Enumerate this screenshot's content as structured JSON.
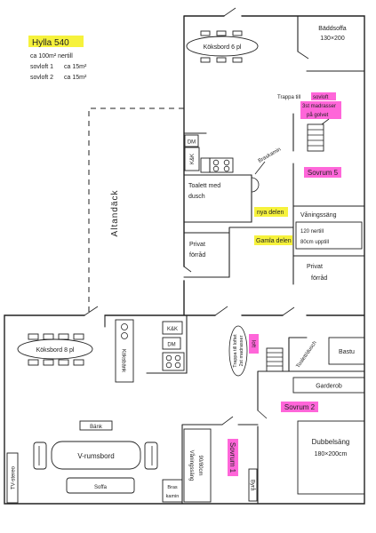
{
  "colors": {
    "ink": "#222222",
    "paper": "#ffffff",
    "yellow_highlight": "#f6f23c",
    "pink_highlight": "#ff66d9"
  },
  "title": "Hylla 540",
  "floor_area": "ca 100m² nertill",
  "lofts": [
    {
      "name": "sovloft 1",
      "area": "ca 15m²"
    },
    {
      "name": "sovloft 2",
      "area": "ca 15m²"
    }
  ],
  "deck": "Altandäck",
  "upper": {
    "dining_table": "Köksbord 6 pl",
    "sofa_bed": [
      "Bäddsoffa",
      "130×200"
    ],
    "stair_note": {
      "prefix": "Trappa till",
      "highlight": "sovloft",
      "lines": [
        "3st madrasser",
        "på golvet"
      ]
    },
    "dishwasher": "DM",
    "fridge": "K&K",
    "fireplace": "Braskamin",
    "toilet": [
      "Toalett med",
      "dusch"
    ],
    "new_part": "nya delen",
    "old_part": "Gamla delen",
    "storage_left": [
      "Privat",
      "förråd"
    ],
    "bedroom": "Sovrum 5",
    "bunk_bed": [
      "Våningssäng",
      "120 nertill",
      "80cm upptill"
    ],
    "storage_right": [
      "Privat",
      "förråd"
    ]
  },
  "lower": {
    "dining_table": "Köksbord 8 pl",
    "counter": "Köksbänk",
    "fridge": "K&K",
    "dishwasher": "DM",
    "stair_note": {
      "lines": [
        "Trappa till loftet",
        "2st madrasser"
      ],
      "highlight": "loft"
    },
    "toilet": "Toalett/dusch",
    "sauna": "Bastu",
    "wardrobe": "Garderob",
    "bedroom_2": "Sovrum 2",
    "double_bed": [
      "Dubbelsäng",
      "180×200cm"
    ],
    "bench": "Bänk",
    "coffee_table": "V-rumsbord",
    "sofa": "Soffa",
    "tv": "TV-stereo",
    "bedroom_1": "Sovrum 1",
    "bunk_bed": [
      "Våningssäng",
      "90/80cm"
    ],
    "dresser": "Byrå",
    "fireplace": [
      "Bras",
      "kamin"
    ]
  }
}
